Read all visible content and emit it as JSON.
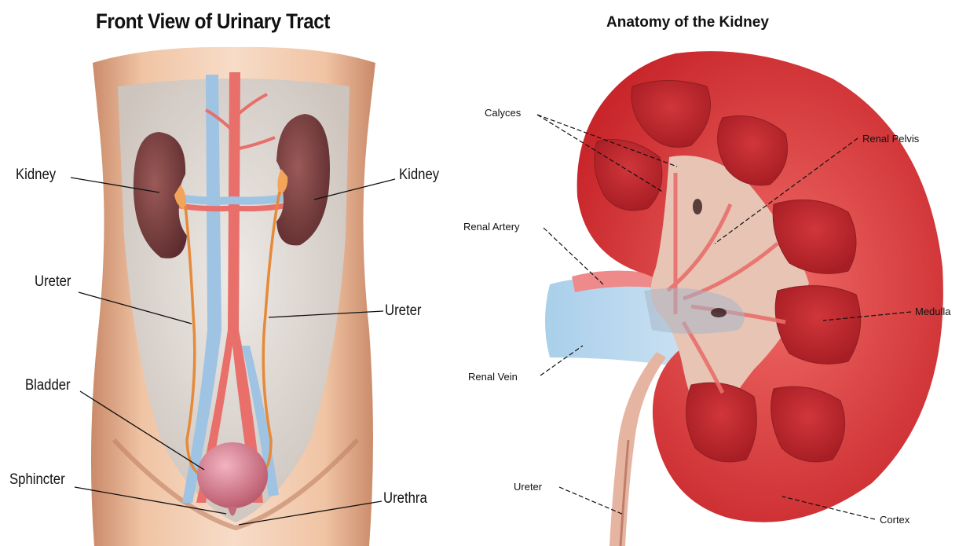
{
  "left_panel": {
    "title": "Front View of Urinary Tract",
    "labels": {
      "kidney_left": "Kidney",
      "kidney_right": "Kidney",
      "ureter_left": "Ureter",
      "ureter_right": "Ureter",
      "bladder": "Bladder",
      "sphincter": "Sphincter",
      "urethra": "Urethra"
    }
  },
  "right_panel": {
    "title": "Anatomy of the Kidney",
    "labels": {
      "calyces": "Calyces",
      "renal_pelvis": "Renal Pelvis",
      "renal_artery": "Renal Artery",
      "medulla": "Medulla",
      "renal_vein": "Renal Vein",
      "ureter": "Ureter",
      "cortex": "Cortex"
    }
  },
  "colors": {
    "skin": "#e8b48e",
    "kidney": "#7a3b3c",
    "artery": "#e86f6a",
    "vein": "#9ec3e3",
    "ureter": "#e58a3a",
    "bladder": "#d87a8c",
    "cortex": "#d9363a",
    "pelvis": "#e7c4b4"
  }
}
